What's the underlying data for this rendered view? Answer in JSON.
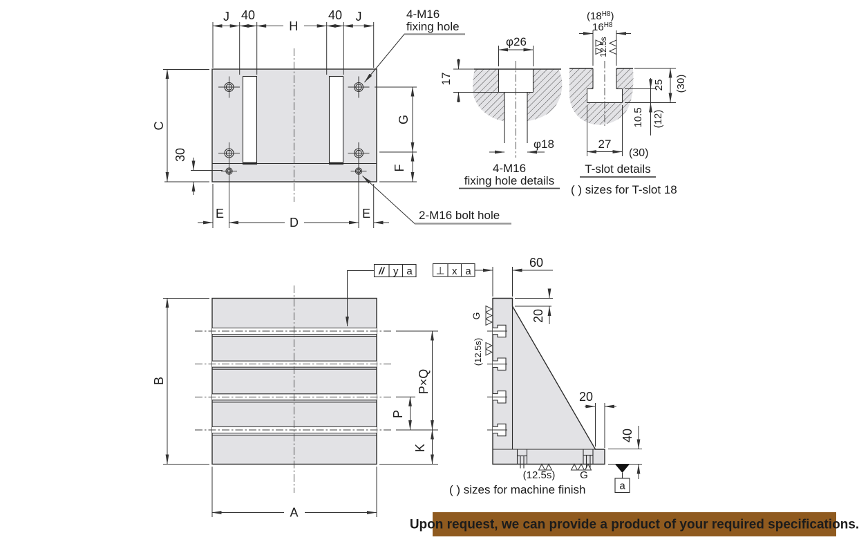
{
  "plan_view": {
    "dim_j_left": "J",
    "dim_40_left": "40",
    "dim_h": "H",
    "dim_40_right": "40",
    "dim_j_right": "J",
    "dim_c": "C",
    "dim_30": "30",
    "dim_g": "G",
    "dim_f": "F",
    "dim_e_left": "E",
    "dim_d": "D",
    "dim_e_right": "E",
    "callout_fixing_line1": "4-M16",
    "callout_fixing_line2": "fixing hole",
    "callout_bolt": "2-M16 bolt hole"
  },
  "fixing_hole_detail": {
    "dim_dia26": "φ26",
    "dim_17": "17",
    "dim_dia18": "φ18",
    "title_line1": "4-M16",
    "title_line2": "fixing hole details"
  },
  "tslot_detail": {
    "dim_18_open": "(18",
    "dim_18_sup": "H8",
    "dim_18_close": ")",
    "dim_16": "16",
    "dim_16_sup": "H8",
    "roughness": "12.5s",
    "dim_25": "25",
    "dim_30_paren": "(30)",
    "dim_10_5": "10.5",
    "dim_12_paren": "(12)",
    "dim_27": "27",
    "dim_30_paren2": "(30)",
    "title": "T-slot details",
    "note": "(  ) sizes for T-slot 18"
  },
  "front_view": {
    "dim_b": "B",
    "dim_a": "A",
    "dim_pxq": "P×Q",
    "dim_p": "P",
    "dim_k": "K",
    "fcf_parallel": {
      "symbol": "//",
      "tolerance": "y",
      "datum": "a"
    },
    "fcf_perp": {
      "symbol": "⊥",
      "tolerance": "x",
      "datum": "a"
    }
  },
  "side_view": {
    "dim_60": "60",
    "dim_20_top": "20",
    "dim_20_bottom": "20",
    "dim_40": "40",
    "finish_g_face": "G",
    "finish_12_5_face": "(12.5s)",
    "finish_12_5_bottom": "(12.5s)",
    "finish_g_bottom": "G",
    "datum_label": "a",
    "note": "(  ) sizes for machine finish"
  },
  "banner": {
    "text": "Upon request, we can provide a product of your required specifications.",
    "bg": "#8f5a1f",
    "fg": "#ffffff"
  }
}
